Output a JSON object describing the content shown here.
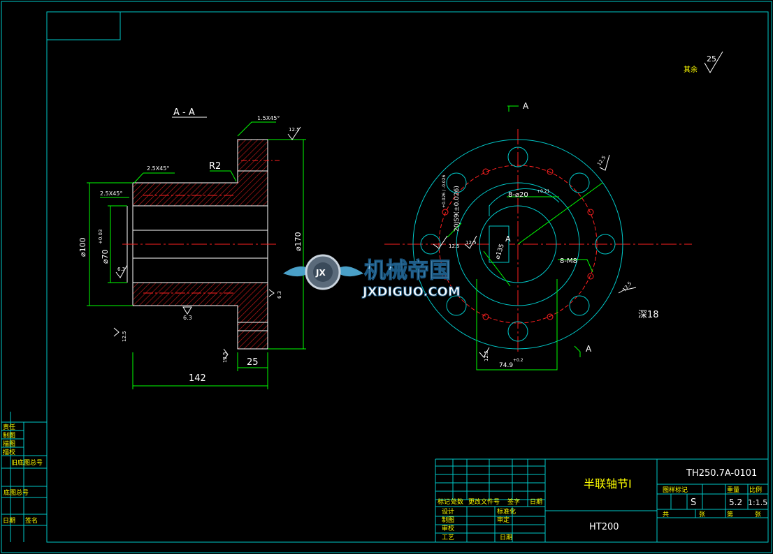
{
  "drawing": {
    "section_label": "A - A",
    "view_arrow_top": "A",
    "view_arrow_bottom": "A",
    "center_label": "A",
    "other_surfaces_text": "其余",
    "other_surfaces_roughness": "25",
    "chamfers": [
      "1.5X45°",
      "2.5X45°",
      "2.5X45°"
    ],
    "radius": "R2",
    "dimensions": {
      "length_total": "142",
      "flange_width": "25",
      "dia_100": "⌀100",
      "dia_70": "⌀70",
      "dia_70_tol": "+0.03",
      "dia_170": "⌀170",
      "dia_135": "⌀135",
      "holes": "8-⌀20",
      "holes_tol": "+0.21",
      "threads": "8-M8",
      "keyway": "20JS9(±0.026)",
      "keyway_tol": "+0.026 / -0.026",
      "keyway_depth": "74.9",
      "keyway_depth_tol": "+0.2",
      "depth_18": "深18"
    },
    "roughness_values": [
      "12.5",
      "6.3",
      "6.3",
      "6.3",
      "12.5",
      "12.5",
      "12.5",
      "12.5",
      "12.5",
      "12.5",
      "12.5",
      "12.5"
    ]
  },
  "watermark": {
    "brand_cn": "机械帝国",
    "brand_en": "JXDIGUO.COM",
    "emblem": "JX"
  },
  "left_column": {
    "rows": [
      "责任",
      "制图",
      "描图",
      "描校",
      "旧底图总号",
      "底图总号",
      "日期",
      "签名"
    ]
  },
  "title_block": {
    "part_name": "半联轴节Ⅰ",
    "drawing_number": "TH250.7A-0101",
    "material": "HT200",
    "rev_headers": [
      "标记",
      "处数",
      "更改文件号",
      "签字",
      "日期"
    ],
    "roles_left": [
      "设计",
      "制图",
      "审校",
      "工艺"
    ],
    "roles_right": [
      "标准化",
      "审定",
      "",
      "日期"
    ],
    "mark_header": "图样标记",
    "weight_header": "重量",
    "scale_header": "比例",
    "mark_value": "S",
    "weight_value": "5.2",
    "scale_value": "1:1.5",
    "sheet_total_label": "共",
    "sheet_label": "张",
    "sheet_no_label": "第",
    "sheet_no_unit": "张"
  }
}
